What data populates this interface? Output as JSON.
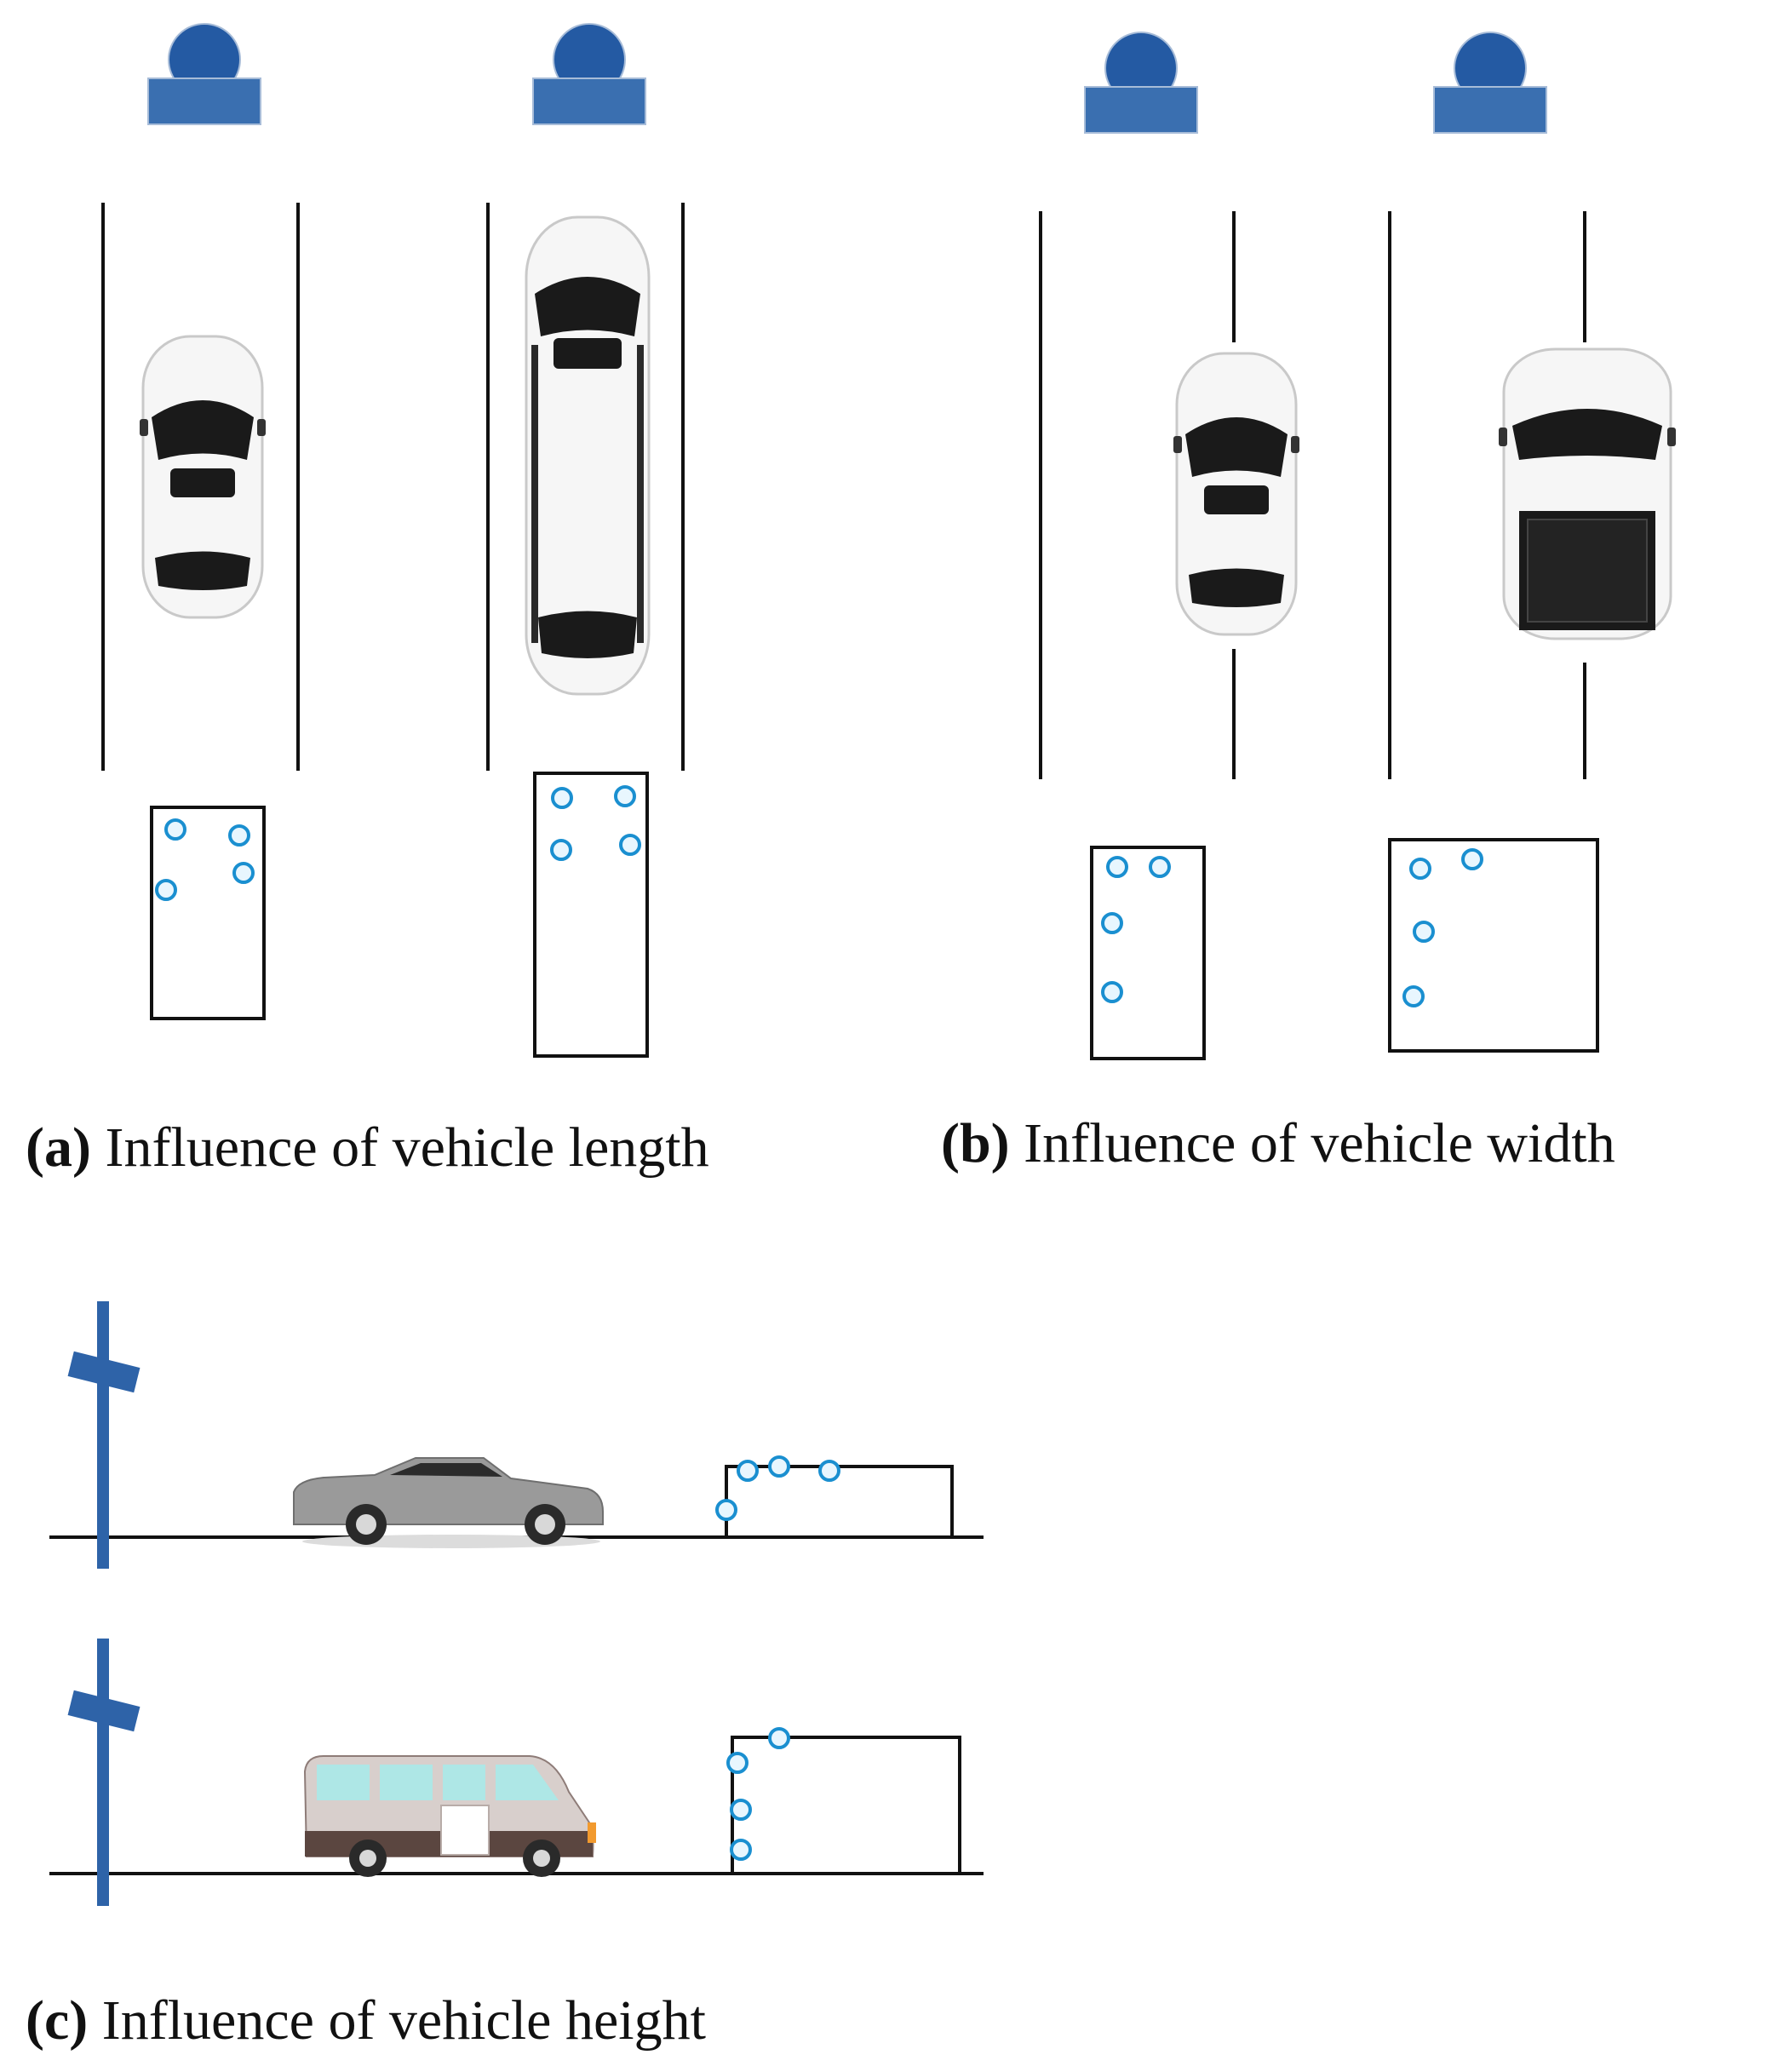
{
  "colors": {
    "sensor_blue": "#245aa3",
    "sensor_blue_light": "#3a6fb0",
    "pole_blue": "#2e63a8",
    "point_stroke": "#1a8fd0",
    "point_fill": "#e8f6fe",
    "line": "#111111",
    "car_white": "#f6f6f6",
    "car_glass": "#1a1a1a",
    "sedan_grey": "#9a9a9a",
    "van_body": "#d8cfcc",
    "van_window": "#aee7e6"
  },
  "captions": {
    "a": {
      "label": "(a)",
      "text": "Influence of vehicle length"
    },
    "b": {
      "label": "(b)",
      "text": "Influence of vehicle width"
    },
    "c": {
      "label": "(c)",
      "text": "Influence of vehicle height"
    }
  },
  "icons": {
    "sensor": "roadside-sensor-icon",
    "pole": "sensor-pole-icon",
    "compact_car": "compact-car-top-icon",
    "limousine": "limousine-top-icon",
    "pickup": "pickup-truck-top-icon",
    "sedan_side": "sedan-side-icon",
    "van_side": "minivan-side-icon",
    "point": "detected-point-marker"
  }
}
